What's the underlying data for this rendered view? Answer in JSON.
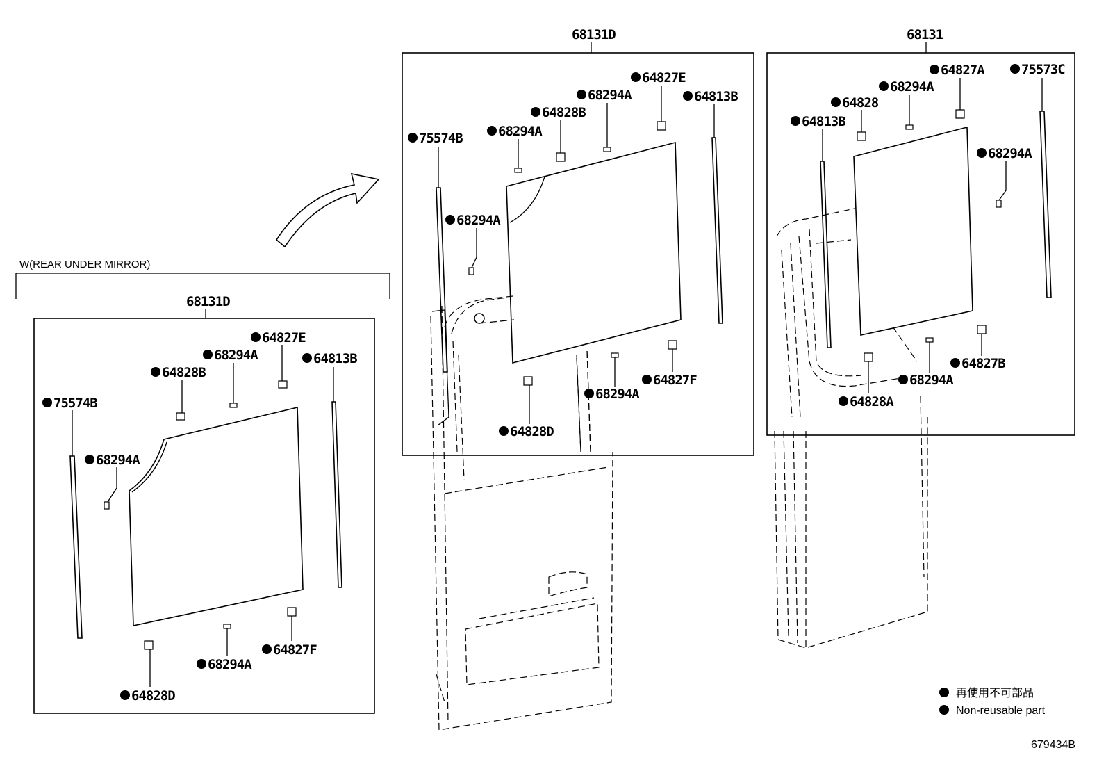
{
  "inset": {
    "caption": "W(REAR UNDER MIRROR)",
    "assembly": "68131D",
    "labels": {
      "b75574": "75574B",
      "b68294a_side": "68294A",
      "b64828b": "64828B",
      "b68294a_top": "68294A",
      "b64827e": "64827E",
      "b64813b": "64813B",
      "b64828d": "64828D",
      "b68294a_bot": "68294A",
      "b64827f": "64827F"
    }
  },
  "middle": {
    "assembly": "68131D",
    "labels": {
      "b75574": "75574B",
      "b68294a_a": "68294A",
      "b64828b": "64828B",
      "b68294a_b": "68294A",
      "b64827e": "64827E",
      "b64813b": "64813B",
      "b68294a_side": "68294A",
      "b64827f": "64827F",
      "b68294a_bot": "68294A",
      "b64828d": "64828D"
    }
  },
  "right": {
    "assembly": "68131",
    "labels": {
      "b64827a": "64827A",
      "b75573c": "75573C",
      "b68294a_top": "68294A",
      "b64828": "64828",
      "b64813b": "64813B",
      "b68294a_side": "68294A",
      "b64827b": "64827B",
      "b68294a_bot": "68294A",
      "b64828a": "64828A"
    }
  },
  "legend": {
    "japanese": "再使用不可部品",
    "english": "Non-reusable part"
  },
  "figure_id": "679434B"
}
